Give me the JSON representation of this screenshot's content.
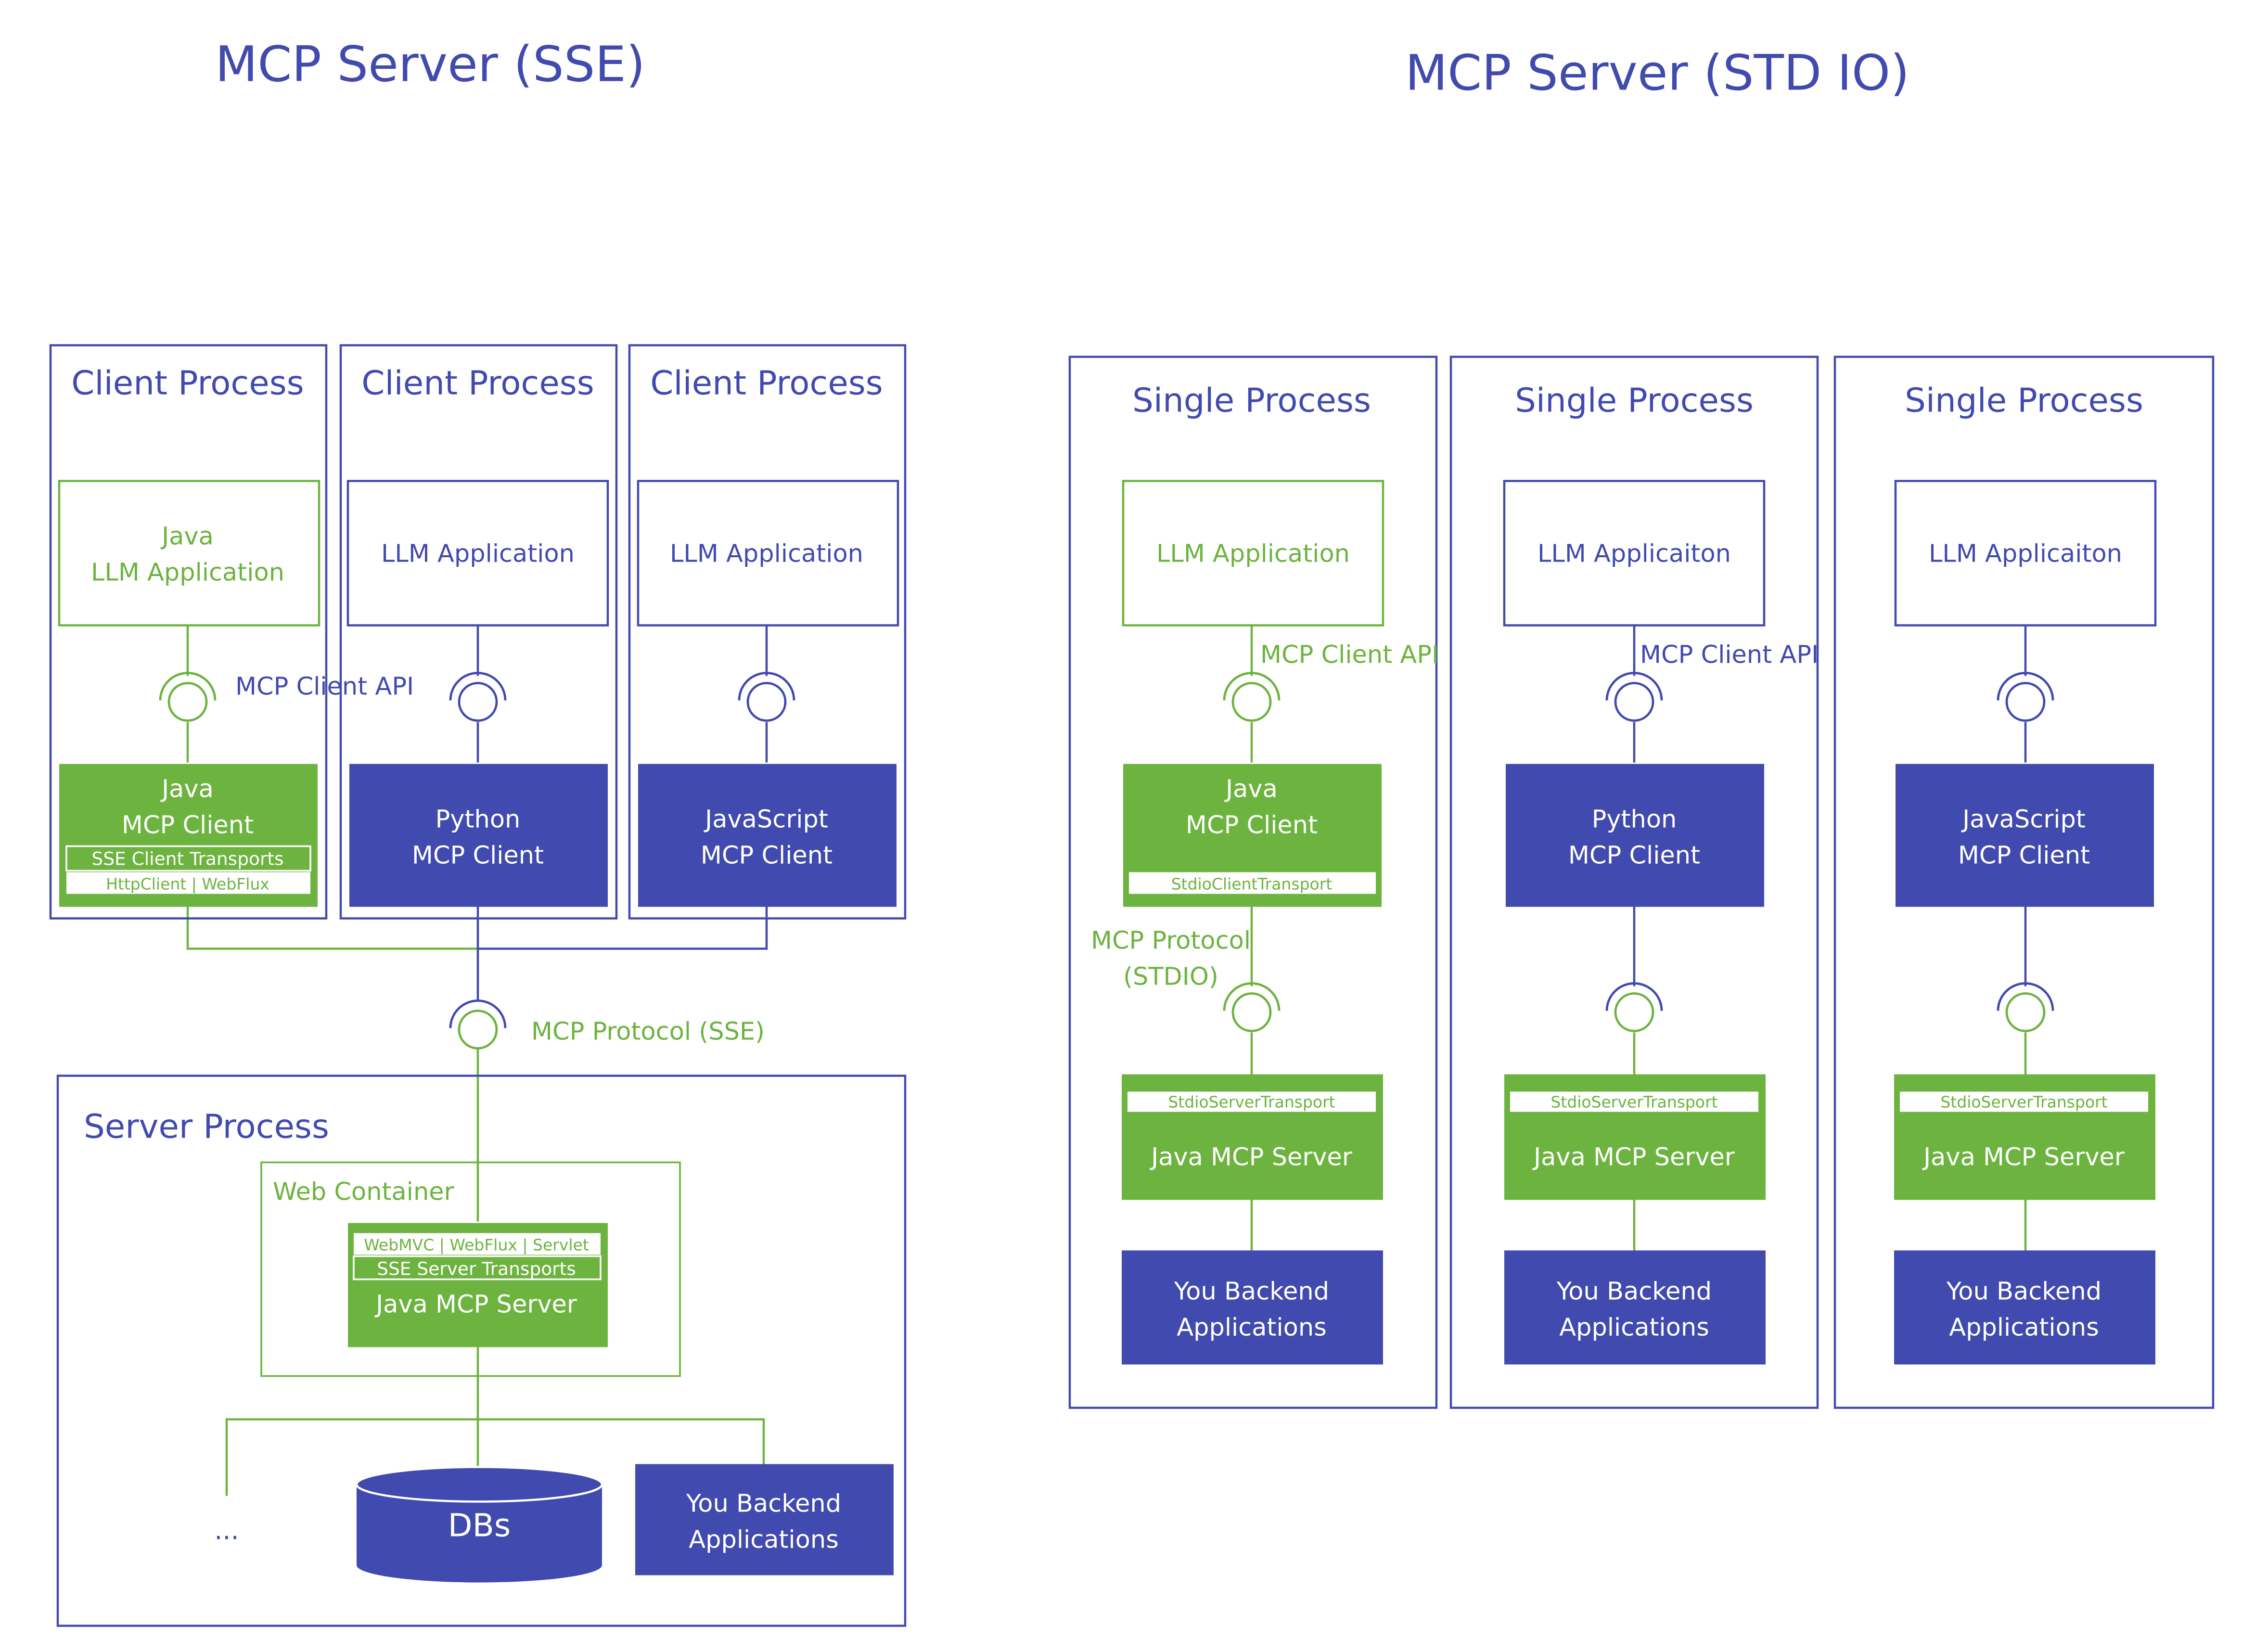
{
  "colors": {
    "blue": "#414aae",
    "green": "#6db33f",
    "white": "#ffffff"
  },
  "sse": {
    "title": "MCP Server (SSE)",
    "client_process_label": "Client Process",
    "java_app": [
      "Java",
      "LLM Application"
    ],
    "llm_app": "LLM Application",
    "client_api_label": "MCP Client API",
    "java_client": [
      "Java",
      "MCP Client"
    ],
    "java_client_transport": "SSE Client Transports",
    "java_client_impl": "HttpClient | WebFlux",
    "python_client": [
      "Python",
      "MCP Client"
    ],
    "js_client": [
      "JavaScript",
      "MCP Client"
    ],
    "protocol_label": "MCP Protocol (SSE)",
    "server_process_label": "Server Process",
    "web_container_label": "Web Container",
    "server_impl": "WebMVC | WebFlux | Servlet",
    "server_transport": "SSE Server Transports",
    "server_name": "Java MCP Server",
    "ellipsis": "...",
    "dbs_label": "DBs",
    "backend": [
      "You Backend",
      "Applications"
    ]
  },
  "stdio": {
    "title": "MCP Server (STD IO)",
    "single_process_label": "Single Process",
    "app1": "LLM Application",
    "app2": "LLM Applicaiton",
    "app3": "LLM Applicaiton",
    "client_api_label": "MCP Client API",
    "java_client": [
      "Java",
      "MCP Client"
    ],
    "client_transport": "StdioClientTransport",
    "python_client": [
      "Python",
      "MCP Client"
    ],
    "js_client": [
      "JavaScript",
      "MCP Client"
    ],
    "protocol_label": [
      "MCP Protocol",
      "(STDIO)"
    ],
    "server_transport": "StdioServerTransport",
    "server_name": "Java MCP Server",
    "backend": [
      "You Backend",
      "Applications"
    ]
  }
}
